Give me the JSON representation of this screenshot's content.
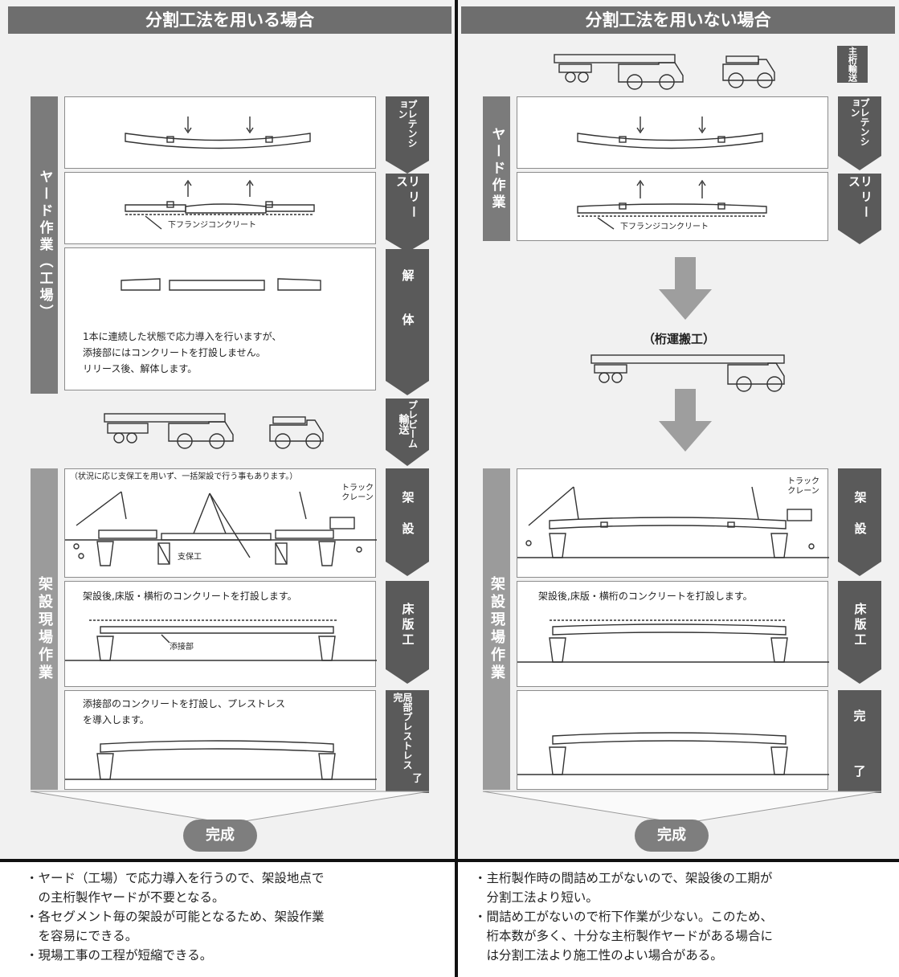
{
  "headers": {
    "left": "分割工法を用いる場合",
    "right": "分割工法を用いない場合"
  },
  "left": {
    "yard_label": "ヤード作業（工場）",
    "site_label": "架設現場作業",
    "tags": {
      "pretension": "プレテンション",
      "release": "リリース",
      "dismantle": "解体",
      "transport_beam": "プレビーム",
      "transport_word": "輸送",
      "erection": "架設",
      "deck": "床版工",
      "complete_word": "完",
      "partial_prestress": "局部プレストレス",
      "end_word": "了"
    },
    "flange_label": "下フランジコンクリート",
    "dismantle_text": [
      "1本に連続した状態で応力導入を行いますが、",
      "添接部にはコンクリートを打設しません。",
      "リリース後、解体します。"
    ],
    "erection_note": "（状況に応じ支保工を用いず、一括架設で行う事もあります。）",
    "truck_crane": [
      "トラック",
      "クレーン"
    ],
    "support_label": "支保工",
    "deck_text": "架設後,床版・横桁のコンクリートを打設します。",
    "joint_label": "添接部",
    "final_text": [
      "添接部のコンクリートを打設し、プレストレス",
      "を導入します。"
    ],
    "complete": "完成"
  },
  "right": {
    "yard_label": "ヤード作業",
    "site_label": "架設現場作業",
    "tags": {
      "transport_beam": "主桁輸送",
      "pretension": "プレテンション",
      "release": "リリース",
      "erection": "架設",
      "deck": "床版工",
      "complete_a": "完",
      "complete_b": "了"
    },
    "flange_label": "下フランジコンクリート",
    "beam_transport": "（桁運搬工）",
    "truck_crane": [
      "トラック",
      "クレーン"
    ],
    "deck_text": "架設後,床版・横桁のコンクリートを打設します。",
    "complete": "完成"
  },
  "bottom": {
    "left": [
      "・ヤード（工場）で応力導入を行うので、架設地点で",
      "　の主桁製作ヤードが不要となる。",
      "・各セグメント毎の架設が可能となるため、架設作業",
      "　を容易にできる。",
      "・現場工事の工程が短縮できる。"
    ],
    "right": [
      "・主桁製作時の間詰め工がないので、架設後の工期が",
      "　分割工法より短い。",
      "・間詰め工がないので桁下作業が少ない。このため、",
      "　桁本数が多く、十分な主桁製作ヤードがある場合に",
      "　は分割工法より施工性のよい場合がある。"
    ]
  },
  "colors": {
    "header": "#6e6e6e",
    "tag": "#5a5a5a",
    "side_bar": "#7b7b7b",
    "arrow": "#9e9e9e",
    "background": "#f1f1f1"
  }
}
